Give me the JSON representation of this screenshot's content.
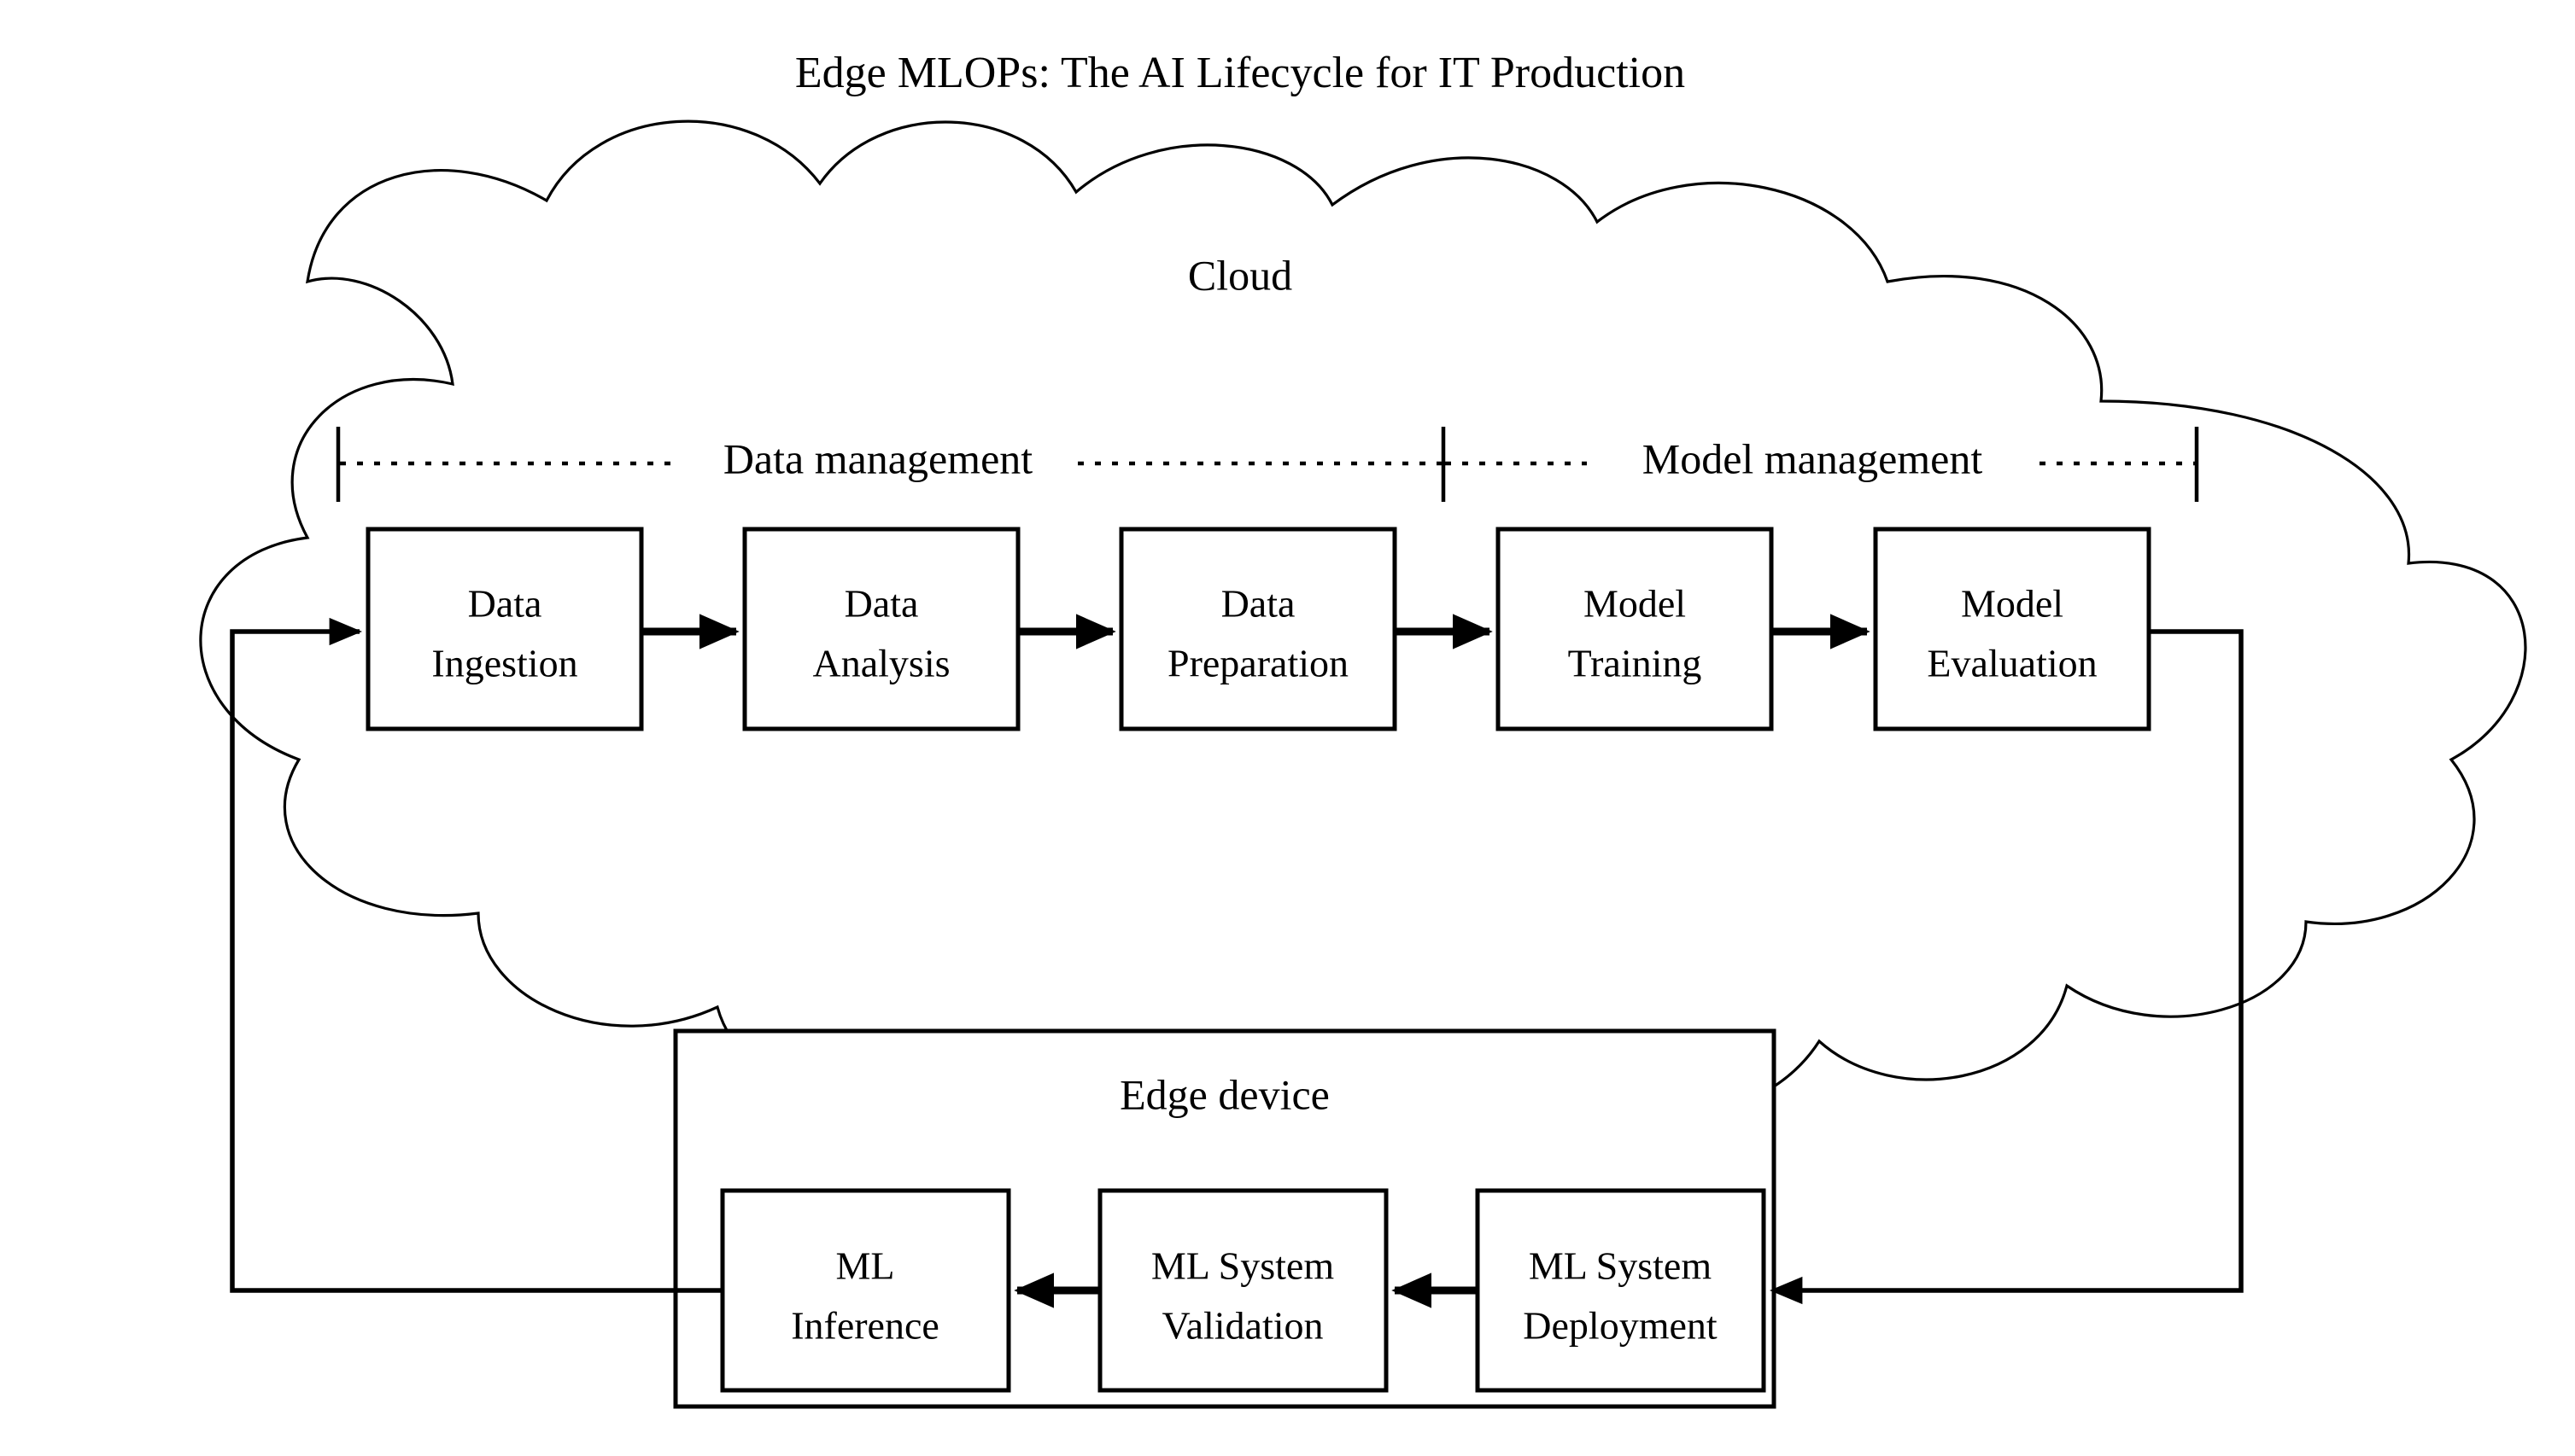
{
  "page": {
    "title": "Edge MLOPs: The AI Lifecycle for IT Production",
    "background_color": "#ffffff",
    "line_color": "#000000"
  },
  "cloud": {
    "label": "Cloud"
  },
  "bands": [
    {
      "label": "Data management"
    },
    {
      "label": "Model management"
    }
  ],
  "cloud_nodes": [
    {
      "line1": "Data",
      "line2": "Ingestion"
    },
    {
      "line1": "Data",
      "line2": "Analysis"
    },
    {
      "line1": "Data",
      "line2": "Preparation"
    },
    {
      "line1": "Model",
      "line2": "Training"
    },
    {
      "line1": "Model",
      "line2": "Evaluation"
    }
  ],
  "edge_device": {
    "label": "Edge device"
  },
  "edge_nodes": [
    {
      "line1": "ML",
      "line2": "Inference"
    },
    {
      "line1": "ML System",
      "line2": "Validation"
    },
    {
      "line1": "ML System",
      "line2": "Deployment"
    }
  ],
  "chart_data": {
    "type": "diagram",
    "title": "Edge MLOPs: The AI Lifecycle for IT Production",
    "containers": [
      {
        "name": "Cloud",
        "shape": "cloud",
        "children": [
          "Data Ingestion",
          "Data Analysis",
          "Data Preparation",
          "Model Training",
          "Model Evaluation"
        ]
      },
      {
        "name": "Edge device",
        "shape": "rectangle",
        "children": [
          "ML Inference",
          "ML System Validation",
          "ML System Deployment"
        ]
      }
    ],
    "groups": [
      {
        "label": "Data management",
        "covers": [
          "Data Ingestion",
          "Data Analysis",
          "Data Preparation"
        ]
      },
      {
        "label": "Model management",
        "covers": [
          "Model Training",
          "Model Evaluation"
        ]
      }
    ],
    "edges": [
      {
        "from": "Data Ingestion",
        "to": "Data Analysis"
      },
      {
        "from": "Data Analysis",
        "to": "Data Preparation"
      },
      {
        "from": "Data Preparation",
        "to": "Model Training"
      },
      {
        "from": "Model Training",
        "to": "Model Evaluation"
      },
      {
        "from": "Model Evaluation",
        "to": "ML System Deployment"
      },
      {
        "from": "ML System Deployment",
        "to": "ML System Validation"
      },
      {
        "from": "ML System Validation",
        "to": "ML Inference"
      },
      {
        "from": "ML Inference",
        "to": "Data Ingestion"
      }
    ]
  }
}
